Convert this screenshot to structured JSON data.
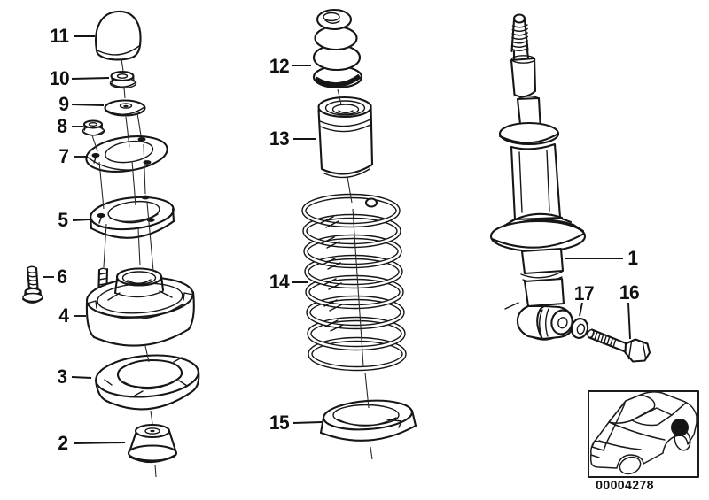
{
  "colors": {
    "line": "#161616",
    "background": "#ffffff",
    "label": "#101010"
  },
  "diagram": {
    "image_number": "00004278",
    "labels": {
      "p1": "1",
      "p2": "2",
      "p3": "3",
      "p4": "4",
      "p5": "5",
      "p6": "6",
      "p7": "7",
      "p8": "8",
      "p9": "9",
      "p10": "10",
      "p11": "11",
      "p12": "12",
      "p13": "13",
      "p14": "14",
      "p15": "15",
      "p16": "16",
      "p17": "17"
    }
  }
}
